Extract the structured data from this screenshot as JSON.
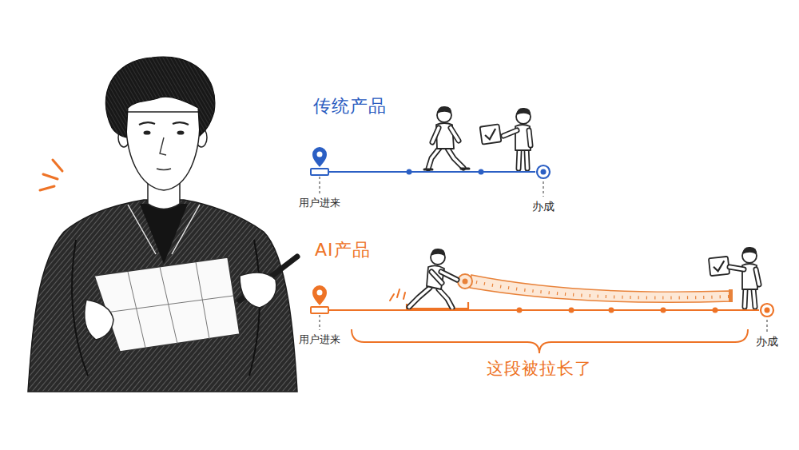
{
  "diagram": {
    "nodes": [
      {
        "text": [
          "用户进来"
        ]
      },
      {
        "text": [
          "办成"
        ]
      },
      {
        "text": [
          "用户进来"
        ]
      },
      {
        "text": [
          "办成"
        ]
      }
    ],
    "edges": [
      {
        "from": 0,
        "to": 1,
        "arrow": "none"
      },
      {
        "from": 2,
        "to": 3,
        "arrow": "none"
      }
    ],
    "labels": [
      "传统产品",
      "AI产品",
      "这段被拉长了"
    ]
  }
}
